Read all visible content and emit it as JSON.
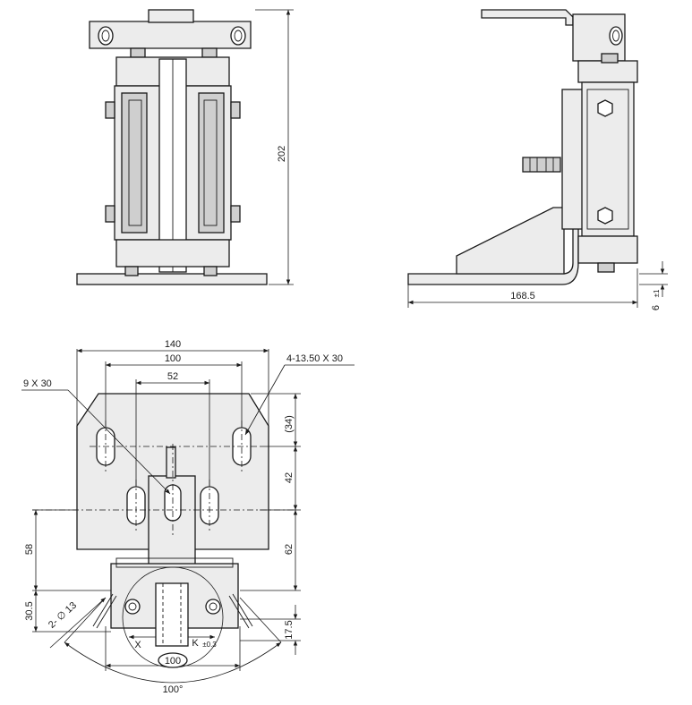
{
  "dimensions": {
    "front_height": "202",
    "side_length": "168.5",
    "side_plate_thickness": "6",
    "side_plate_tolerance": "±1",
    "top_overall_width": "140",
    "top_slot_spacing": "100",
    "top_inner_spacing": "52",
    "slot_callout": "4-13.50 X 30",
    "center_slot_callout": "9 X 30",
    "right_dim_34": "(34)",
    "right_dim_42": "42",
    "right_dim_62": "62",
    "right_dim_17_5": "17.5",
    "left_dim_58": "58",
    "left_dim_30_5": "30.5",
    "hole_callout": "2- ∅ 13",
    "label_x": "X",
    "label_k": "K",
    "k_tolerance": "±0.3",
    "bottom_spacing": "100",
    "angle": "100°"
  }
}
